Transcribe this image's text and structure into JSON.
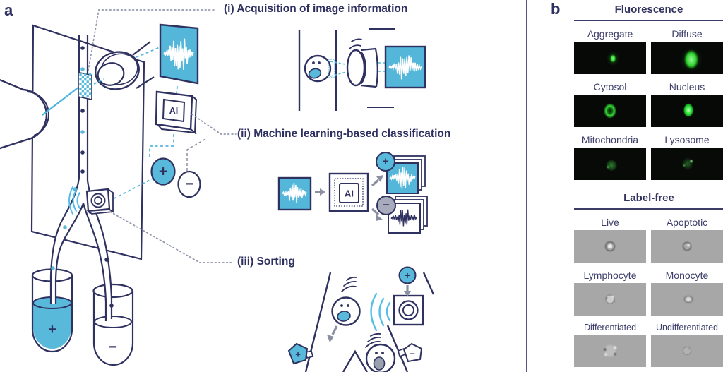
{
  "panel_a": {
    "label": "a",
    "steps": [
      {
        "label": "(i) Acquisition of image information"
      },
      {
        "label": "(ii) Machine learning-based classification"
      },
      {
        "label": "(iii) Sorting"
      }
    ],
    "ai_chip_text": "AI",
    "signs": {
      "positive": "+",
      "negative": "−"
    },
    "tubes": {
      "positive": "+",
      "negative": "−"
    }
  },
  "panel_b": {
    "label": "b",
    "sections": [
      {
        "title": "Fluorescence",
        "items": [
          {
            "label": "Aggregate"
          },
          {
            "label": "Diffuse"
          },
          {
            "label": "Cytosol"
          },
          {
            "label": "Nucleus"
          },
          {
            "label": "Mitochondria"
          },
          {
            "label": "Lysosome"
          }
        ]
      },
      {
        "title": "Label-free",
        "items": [
          {
            "label": "Live"
          },
          {
            "label": "Apoptotic"
          },
          {
            "label": "Lymphocyte"
          },
          {
            "label": "Monocyte"
          },
          {
            "label": "Differentiated"
          },
          {
            "label": "Undifferentiated"
          }
        ]
      }
    ]
  },
  "colors": {
    "outline_navy": "#2f3160",
    "accent_cyan": "#58b9db",
    "sound_wave_cyan": "#55bde8",
    "arrow_gray": "#8b8fa2",
    "negative_gray": "#a7abbb",
    "fluorescence_green": "#35e03c",
    "brightfield_gray": "#a7a7a7",
    "divider": "#53557a"
  }
}
